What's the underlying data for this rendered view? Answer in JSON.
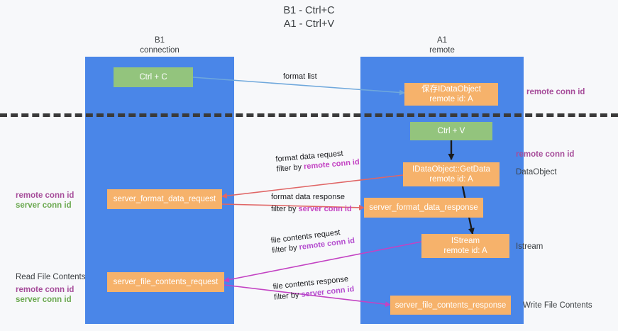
{
  "title": "B1 - Ctrl+C\nA1 - Ctrl+V",
  "columns": [
    {
      "name": "b1",
      "label": "B1\nconnection"
    },
    {
      "name": "a1",
      "label": "A1\nremote"
    }
  ],
  "nodes": [
    {
      "key": "ctrl_c",
      "label": "Ctrl + C",
      "color": "#93c47d"
    },
    {
      "key": "idataobject",
      "label": "保存IDataObject\nremote id: A",
      "color": "#f6b26b"
    },
    {
      "key": "ctrl_v",
      "label": "Ctrl + V",
      "color": "#93c47d"
    },
    {
      "key": "getdata",
      "label": "IDataObject::GetData\nremote id: A",
      "color": "#f6b26b"
    },
    {
      "key": "fmt_req",
      "label": "server_format_data_request",
      "color": "#f6b26b"
    },
    {
      "key": "fmt_resp",
      "label": "server_format_data_response",
      "color": "#f6b26b"
    },
    {
      "key": "istream",
      "label": "IStream\nremote id: A",
      "color": "#f6b26b"
    },
    {
      "key": "file_req",
      "label": "server_file_contents_request",
      "color": "#f6b26b"
    },
    {
      "key": "file_resp",
      "label": "server_file_contents_response",
      "color": "#f6b26b"
    }
  ],
  "edges": [
    {
      "key": "format_list",
      "line1": "format list",
      "line2": "",
      "filter": "",
      "color": "#6fa8dc"
    },
    {
      "key": "format_data_request",
      "line1": "format data request",
      "line2": "filter by ",
      "filter": "remote conn id",
      "color": "#e06666"
    },
    {
      "key": "format_data_response",
      "line1": "format data response",
      "line2": "filter by ",
      "filter": "server conn id",
      "color": "#e06666"
    },
    {
      "key": "file_contents_request",
      "line1": "file contents request",
      "line2": "filter by ",
      "filter": "remote conn id",
      "color": "#c343c3"
    },
    {
      "key": "file_contents_response",
      "line1": "file contents response",
      "line2": "filter by ",
      "filter": "server conn id",
      "color": "#c343c3"
    }
  ],
  "side_labels": {
    "right_remote_conn_top": "remote conn id",
    "right_remote_conn_mid": "remote conn id",
    "right_dataobject": "DataObject",
    "right_istream": "Istream",
    "right_write_file": "Write File Contents",
    "left_remote_conn": "remote conn id",
    "left_server_conn": "server conn id",
    "left_read_file": "Read File Contents",
    "left_remote_conn2": "remote conn id",
    "left_server_conn2": "server conn id"
  },
  "colors": {
    "lane": "#4a86e8",
    "green_node": "#93c47d",
    "orange_node": "#f6b26b",
    "purple_text": "#a64d9a",
    "green_text": "#6aa84f",
    "magenta_edge": "#c343c3",
    "red_edge": "#e06666",
    "blue_edge": "#6fa8dc",
    "divider": "#3a3a3a"
  }
}
